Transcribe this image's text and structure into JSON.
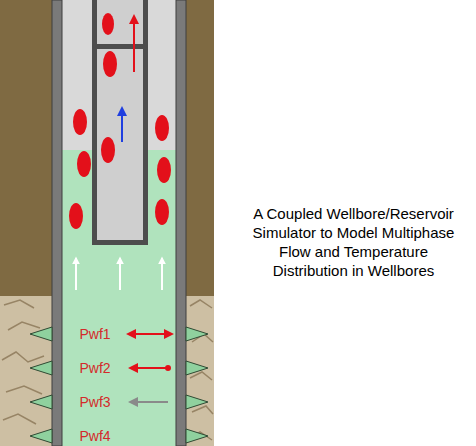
{
  "diagram": {
    "caption": "A Coupled Wellbore/Reservoir Simulator to Model Multiphase Flow and Temperature Distribution in Wellbores",
    "labels": [
      "Pwf1",
      "Pwf2",
      "Pwf3",
      "Pwf4"
    ]
  }
}
